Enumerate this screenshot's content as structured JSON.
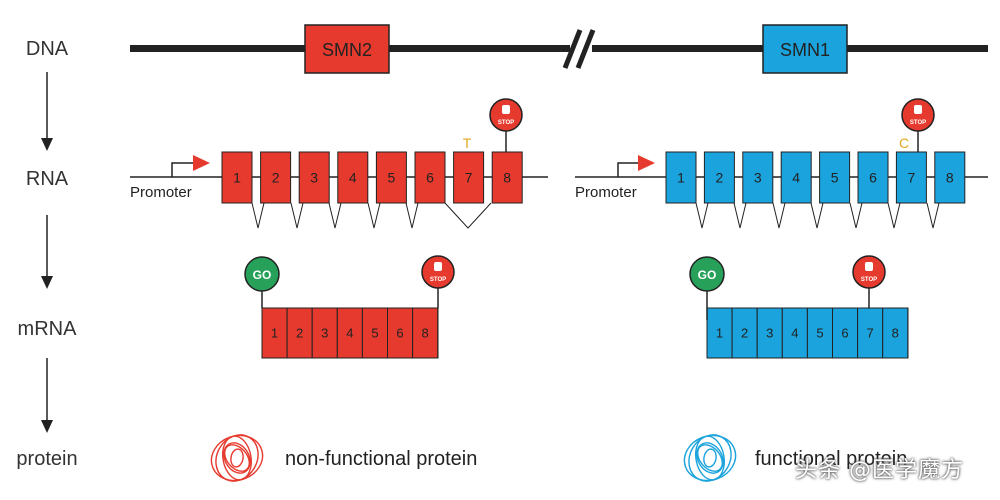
{
  "colors": {
    "red": "#e63a2e",
    "blue": "#1aa3dc",
    "green": "#27a05a",
    "black": "#222222",
    "mutation_t": "#e0a820",
    "mutation_c": "#e0a820"
  },
  "row_labels": [
    "DNA",
    "RNA",
    "mRNA",
    "protein"
  ],
  "dna": {
    "genes": [
      "SMN2",
      "SMN1"
    ],
    "break_symbol": "//"
  },
  "rna": {
    "promoter_label": "Promoter",
    "smn2_exons": [
      "1",
      "2",
      "3",
      "4",
      "5",
      "6",
      "7",
      "8"
    ],
    "smn1_exons": [
      "1",
      "2",
      "3",
      "4",
      "5",
      "6",
      "7",
      "8"
    ],
    "smn2_mutation": "T",
    "smn1_mutation": "C",
    "stop_label": "STOP"
  },
  "mrna": {
    "go_label": "GO",
    "stop_label": "STOP",
    "smn2_exons": [
      "1",
      "2",
      "3",
      "4",
      "5",
      "6",
      "8"
    ],
    "smn1_exons": [
      "1",
      "2",
      "3",
      "4",
      "5",
      "6",
      "7",
      "8"
    ]
  },
  "protein": {
    "smn2_label": "non-functional protein",
    "smn1_label": "functional protein"
  },
  "watermark": "头条 @医学魔方"
}
